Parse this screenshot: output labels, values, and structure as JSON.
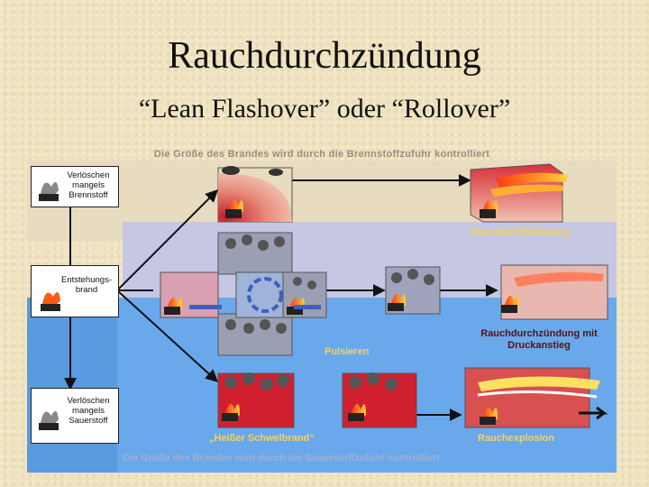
{
  "slide": {
    "title": "Rauchdurchzündung",
    "subtitle": "“Lean Flashover” oder “Rollover”"
  },
  "diagram": {
    "top_caption": "Die Größe des Brandes wird durch die Brennstoffzufuhr kontrolliert",
    "bottom_caption": "Die Größe des Brandes wird durch die Sauerstoffzufuhr kontrolliert",
    "boxes": {
      "fuel": "Verlöschen mangels Brennstoff",
      "origin": "Entstehungs-brand",
      "oxygen": "Verlöschen mangels Sauerstoff"
    },
    "labels": {
      "rollover": "Rauchdurchzündung",
      "pulsing": "Pulsieren",
      "rollover_pressure": "Rauchdurchzündung mit Druckanstieg",
      "smouldering": "„Heißer Schwelbrand“",
      "backdraft": "Rauchexplosion"
    },
    "colors": {
      "label_yellow": "#f5d35a",
      "label_dark_red": "#5b1010",
      "fire_orange": "#ff7a10"
    }
  }
}
